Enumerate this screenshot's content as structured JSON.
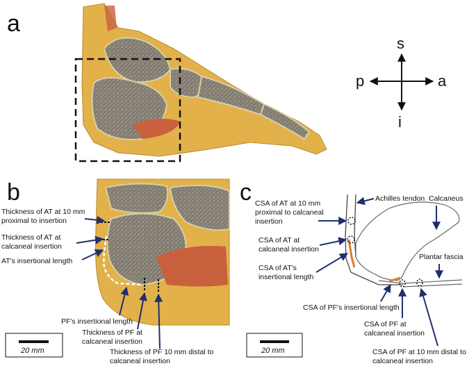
{
  "panels": {
    "a": {
      "letter": "a"
    },
    "b": {
      "letter": "b"
    },
    "c": {
      "letter": "c"
    }
  },
  "compass": {
    "superior": "s",
    "inferior": "i",
    "posterior": "p",
    "anterior": "a"
  },
  "panel_b_labels": {
    "thickness_at_10mm": [
      "Thickness of AT at 10 mm",
      "proximal to insertion"
    ],
    "thickness_at_insertion": [
      "Thickness of AT at",
      "calcaneal insertion"
    ],
    "at_insertional_length": "AT's insertional length",
    "pf_insertional_length": "PF's insertional length",
    "thickness_pf_insertion": [
      "Thickness of PF at",
      "calcaneal insertion"
    ],
    "thickness_pf_10mm": [
      "Thickness of PF 10 mm distal to",
      "calcaneal insertion"
    ]
  },
  "panel_c_labels": {
    "csa_at_10mm": [
      "CSA of AT at 10 mm",
      "proximal to calcaneal",
      "insertion"
    ],
    "csa_at_insertion": [
      "CSA of AT at",
      "calcaneal insertion"
    ],
    "csa_at_insertional_length": [
      "CSA of AT's",
      "insertional length"
    ],
    "achilles_tendon": "Achilles tendon",
    "calcaneus": "Calcaneus",
    "plantar_fascia": "Plantar fascia",
    "csa_pf_insertional_length": "CSA of PF's insertional length",
    "csa_pf_insertion": [
      "CSA of PF at",
      "calcaneal insertion"
    ],
    "csa_pf_10mm": [
      "CSA of PF at 10 mm distal to",
      "calcaneal insertion"
    ]
  },
  "scale_bars": {
    "b": "20 mm",
    "c": "20 mm"
  },
  "colors": {
    "arrow": "#1f2e6e",
    "highlight": "#e07a2c",
    "fat": "#e2b14a",
    "bone": "#8f8a7f",
    "muscle": "#c9603e"
  }
}
